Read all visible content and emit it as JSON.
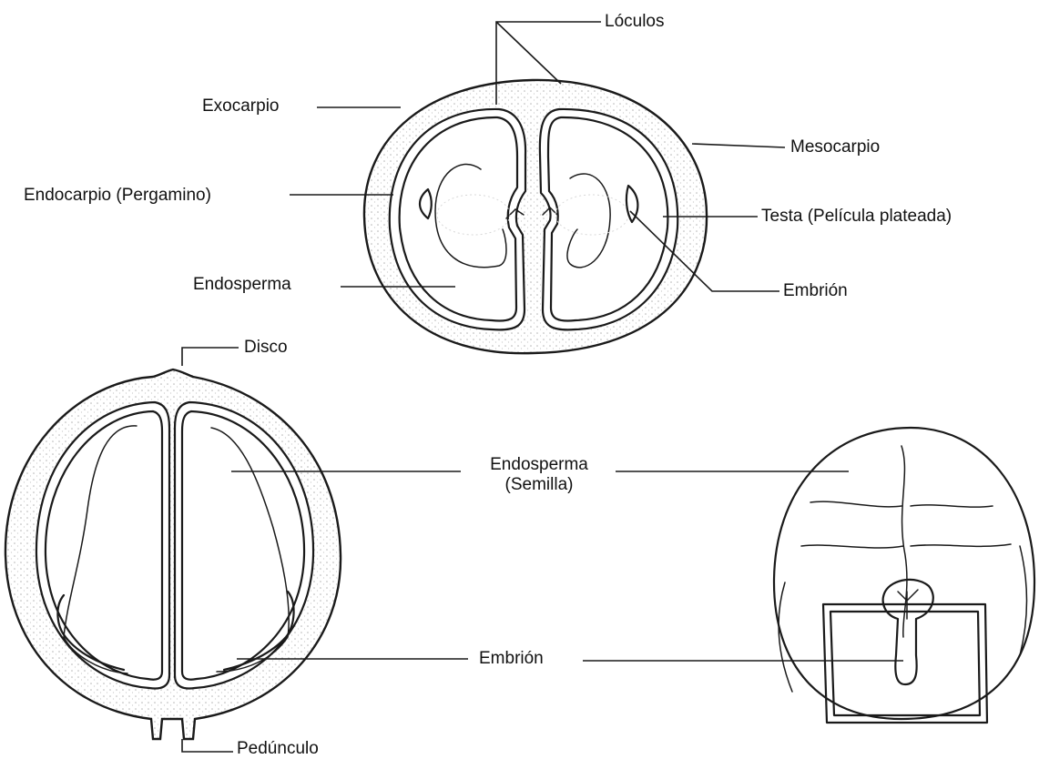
{
  "figure": {
    "labels": {
      "loculos": "Lóculos",
      "exocarpio": "Exocarpio",
      "mesocarpio": "Mesocarpio",
      "endocarpio": "Endocarpio (Pergamino)",
      "testa": "Testa (Película plateada)",
      "endosperma_top": "Endosperma",
      "embrion_top": "Embrión",
      "disco": "Disco",
      "endosperma_semilla_line1": "Endosperma",
      "endosperma_semilla_line2": "(Semilla)",
      "embrion_bottom": "Embrión",
      "pedunculo": "Pedúnculo"
    },
    "colors": {
      "ink": "#1a1a1a",
      "background": "#ffffff",
      "pulp_dots": "#b5b5b5"
    }
  }
}
